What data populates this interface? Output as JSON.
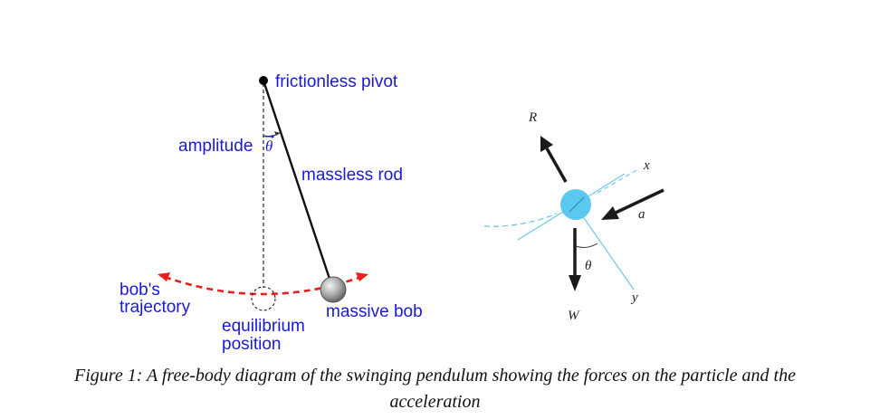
{
  "left_diagram": {
    "pivot_label": "frictionless pivot",
    "amplitude_label": "amplitude",
    "theta_symbol": "θ",
    "rod_label": "massless rod",
    "trajectory_label": [
      "bob's",
      "trajectory"
    ],
    "equilibrium_label": [
      "equilibrium",
      "position"
    ],
    "bob_label": "massive bob",
    "colors": {
      "label": "#1a1ad6",
      "trajectory": "#e8201c",
      "rod": "#111111",
      "bob": "#9a9a9a"
    }
  },
  "right_diagram": {
    "force_labels": {
      "R": "R",
      "x": "x",
      "a": "a",
      "theta": "θ",
      "W": "W",
      "y": "y"
    },
    "colors": {
      "particle": "#5bc8f0",
      "axes": "#6ec6ec",
      "arrows": "#1a1a1a"
    }
  },
  "caption": {
    "line1": "Figure 1: A free-body diagram of the swinging pendulum showing the forces on the particle and the",
    "line2": "acceleration"
  }
}
